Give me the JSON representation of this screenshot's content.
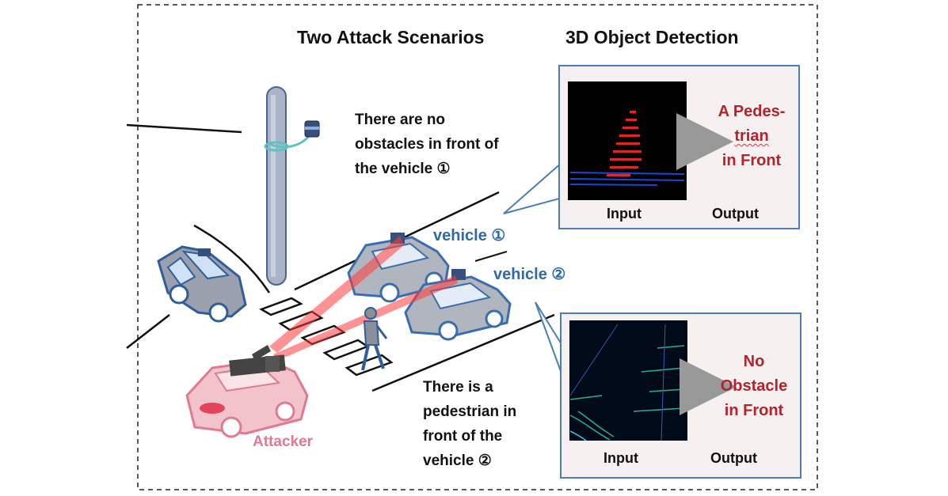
{
  "headings": {
    "scenarios": "Two Attack Scenarios",
    "detection": "3D Object Detection"
  },
  "captions": {
    "scenario1_line1": "There are no",
    "scenario1_line2": "obstacles in front of",
    "scenario1_line3": "the vehicle ①",
    "scenario2_line1": "There is a",
    "scenario2_line2": "pedestrian in",
    "scenario2_line3": "front of the",
    "scenario2_line4": "vehicle ②"
  },
  "labels": {
    "vehicle1": "vehicle ①",
    "vehicle2": "vehicle ②",
    "attacker": "Attacker"
  },
  "panels": {
    "top": {
      "input": "Input",
      "output": "Output",
      "result_line1": "A Pedes-",
      "result_line2": "trian",
      "result_line3": "in Front"
    },
    "bottom": {
      "input": "Input",
      "output": "Output",
      "result_line1": "No",
      "result_line2": "Obstacle",
      "result_line3": "in Front"
    }
  },
  "colors": {
    "panel_border": "#4a7fb5",
    "vehicle_blue": "#2f6aa8",
    "result_red": "#b3232b",
    "attacker_pink": "#e07a8f",
    "laser": "#ff3b3b"
  }
}
